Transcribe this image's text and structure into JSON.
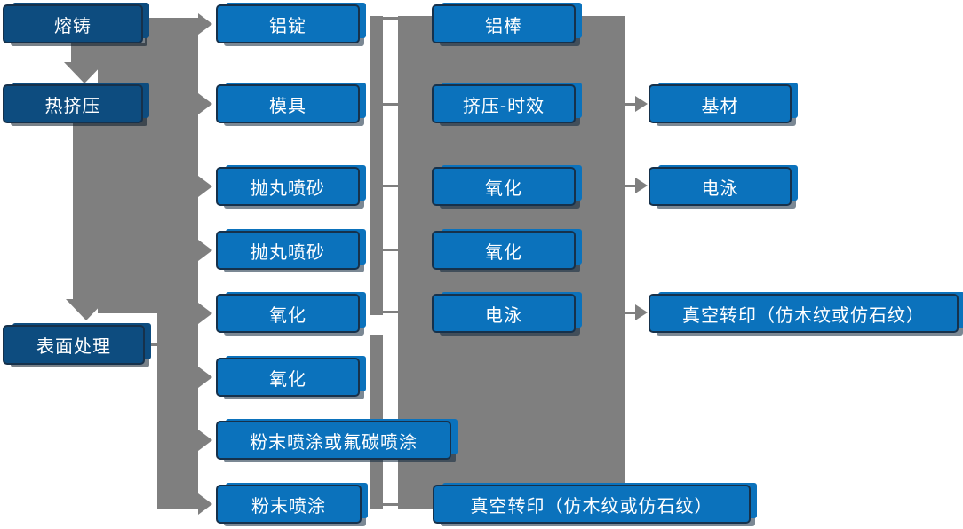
{
  "diagram": {
    "title": "",
    "type": "process-flowchart",
    "colors": {
      "node_fill": "#0b72bc",
      "stage_node_fill": "#0d4c7f",
      "node_border": "#16314b",
      "node_text": "#ffffff",
      "connector": "#7f7f7f",
      "background": "#ffffff"
    },
    "columns": [
      {
        "name": "stage-column",
        "items": [
          {
            "label": "熔铸"
          },
          {
            "label": "热挤压"
          },
          {
            "label": "表面处理"
          }
        ]
      },
      {
        "name": "process-column-2",
        "items": [
          {
            "label": "铝锭"
          },
          {
            "label": "模具"
          },
          {
            "label": "抛丸喷砂"
          },
          {
            "label": "抛丸喷砂"
          },
          {
            "label": "氧化"
          },
          {
            "label": "氧化"
          },
          {
            "label": "粉末喷涂或氟碳喷涂"
          },
          {
            "label": "粉末喷涂"
          }
        ]
      },
      {
        "name": "process-column-3",
        "items": [
          {
            "label": "铝棒"
          },
          {
            "label": "挤压-时效"
          },
          {
            "label": "氧化"
          },
          {
            "label": "氧化"
          },
          {
            "label": "电泳"
          },
          {
            "label": "真空转印（仿木纹或仿石纹）"
          }
        ]
      },
      {
        "name": "output-column",
        "items": [
          {
            "label": "基材"
          },
          {
            "label": "电泳"
          },
          {
            "label": "真空转印（仿木纹或仿石纹）"
          }
        ]
      }
    ],
    "edges": [
      {
        "from": "熔铸",
        "to": "铝锭"
      },
      {
        "from": "熔铸",
        "to": "热挤压"
      },
      {
        "from": "热挤压",
        "to": "模具"
      },
      {
        "from": "热挤压",
        "to": "抛丸喷砂"
      },
      {
        "from": "热挤压",
        "to": "抛丸喷砂"
      },
      {
        "from": "热挤压",
        "to": "氧化"
      },
      {
        "from": "热挤压",
        "to": "表面处理"
      },
      {
        "from": "表面处理",
        "to": "氧化"
      },
      {
        "from": "表面处理",
        "to": "粉末喷涂或氟碳喷涂"
      },
      {
        "from": "表面处理",
        "to": "粉末喷涂"
      },
      {
        "from": "铝锭",
        "to": "铝棒"
      },
      {
        "from": "模具",
        "to": "挤压-时效"
      },
      {
        "from": "抛丸喷砂",
        "to": "氧化"
      },
      {
        "from": "抛丸喷砂",
        "to": "氧化"
      },
      {
        "from": "氧化",
        "to": "电泳"
      },
      {
        "from": "挤压-时效",
        "to": "基材"
      },
      {
        "from": "氧化",
        "to": "电泳"
      },
      {
        "from": "电泳",
        "to": "真空转印（仿木纹或仿石纹）"
      },
      {
        "from": "粉末喷涂",
        "to": "真空转印（仿木纹或仿石纹）"
      }
    ]
  }
}
